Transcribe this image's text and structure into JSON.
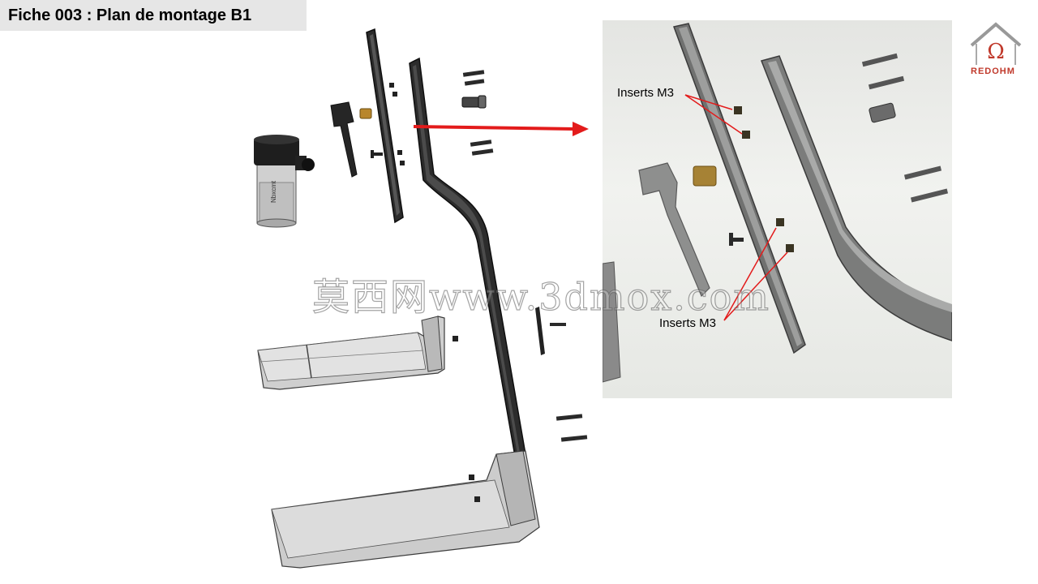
{
  "header": {
    "title": "Fiche 003 : Plan de montage B1"
  },
  "detail_view": {
    "callout_top": "Inserts M3",
    "callout_bottom": "Inserts M3"
  },
  "watermark": {
    "text": "莫西网www.3dmox.com"
  },
  "logo": {
    "text": "REDOHM",
    "icon": "omega-house-icon"
  },
  "colors": {
    "arrow": "#e31b1b",
    "logo": "#c0392b",
    "part_dark": "#2a2a2a",
    "part_light": "#c8c8c8",
    "insert": "#b8860b"
  }
}
